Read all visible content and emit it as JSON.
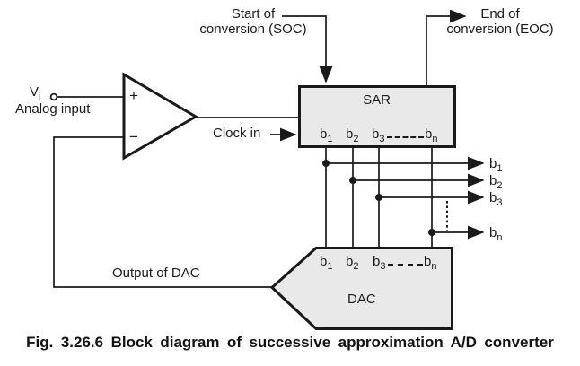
{
  "colors": {
    "line": "#1a1a1a",
    "block_fill": "#e9e9e9",
    "background": "#ffffff"
  },
  "top": {
    "soc_line1": "Start of",
    "soc_line2": "conversion (SOC)",
    "eoc_line1": "End of",
    "eoc_line2": "conversion (EOC)"
  },
  "input": {
    "signal_base": "V",
    "signal_sub": "i",
    "description": "Analog input"
  },
  "comparator": {
    "plus": "+",
    "minus": "−"
  },
  "clock": {
    "label": "Clock in"
  },
  "sar": {
    "title": "SAR",
    "bits": [
      {
        "base": "b",
        "sub": "1"
      },
      {
        "base": "b",
        "sub": "2"
      },
      {
        "base": "b",
        "sub": "3"
      },
      {
        "base": "b",
        "sub": "n"
      }
    ]
  },
  "outputs": {
    "bits": [
      {
        "base": "b",
        "sub": "1"
      },
      {
        "base": "b",
        "sub": "2"
      },
      {
        "base": "b",
        "sub": "3"
      },
      {
        "base": "b",
        "sub": "n"
      }
    ]
  },
  "dac": {
    "title": "DAC",
    "bits": [
      {
        "base": "b",
        "sub": "1"
      },
      {
        "base": "b",
        "sub": "2"
      },
      {
        "base": "b",
        "sub": "3"
      },
      {
        "base": "b",
        "sub": "n"
      }
    ],
    "output_label": "Output of DAC"
  },
  "caption": {
    "prefix": "Fig. 3.26.6",
    "text": "Block diagram of successive approximation A/D converter"
  }
}
